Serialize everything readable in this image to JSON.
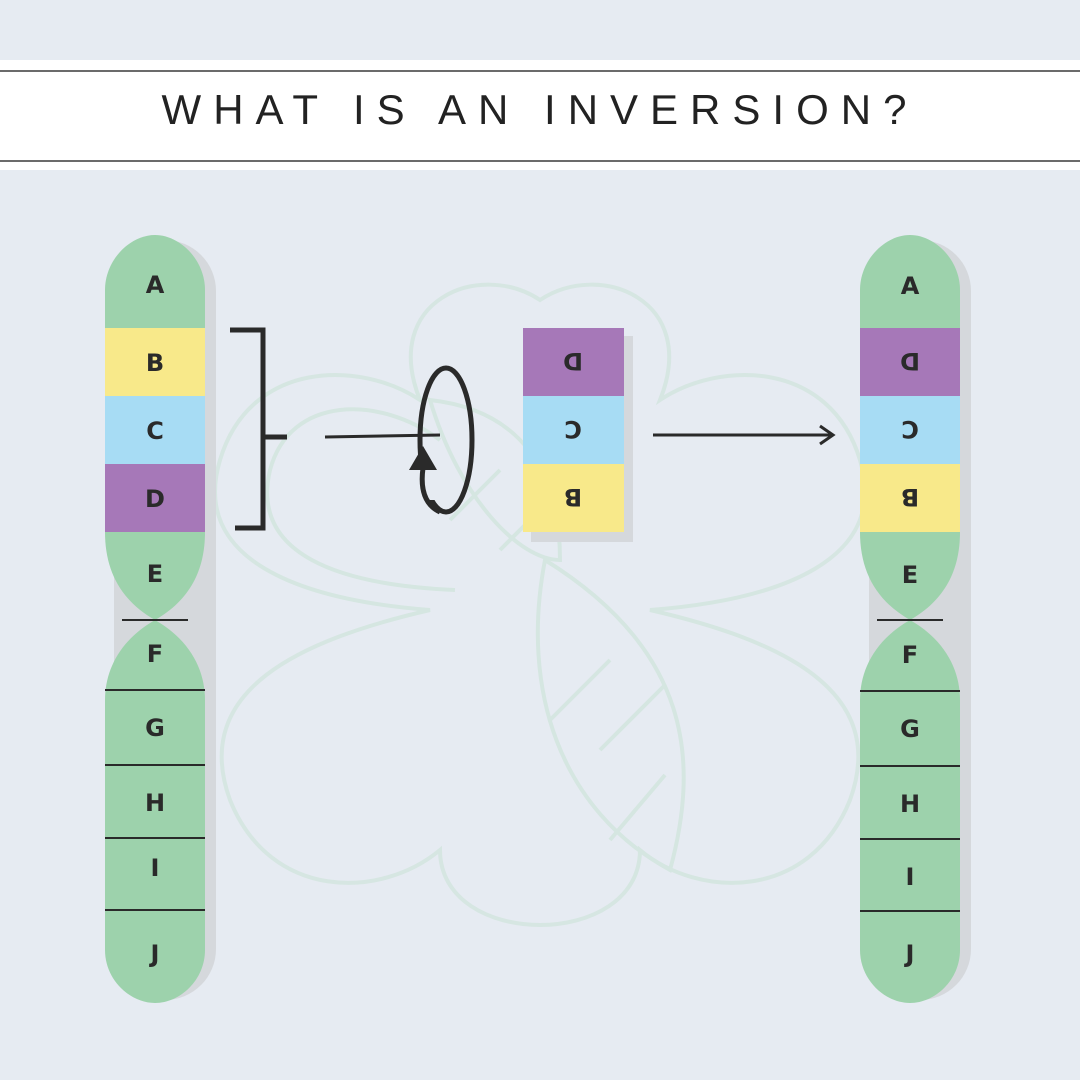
{
  "title": "WHAT IS AN INVERSION?",
  "colors": {
    "background": "#e6ebf2",
    "green": "#9dd2ac",
    "yellow": "#f8e98a",
    "blue": "#a7dcf4",
    "purple": "#a678b8",
    "shadow": "#d5d8dc",
    "ink": "#2a2a2a"
  },
  "original_chromosome": {
    "segments": [
      {
        "label": "A",
        "color": "green"
      },
      {
        "label": "B",
        "color": "yellow"
      },
      {
        "label": "C",
        "color": "blue"
      },
      {
        "label": "D",
        "color": "purple"
      },
      {
        "label": "E",
        "color": "green"
      },
      {
        "label": "F",
        "color": "green"
      },
      {
        "label": "G",
        "color": "green"
      },
      {
        "label": "H",
        "color": "green"
      },
      {
        "label": "I",
        "color": "green"
      },
      {
        "label": "J",
        "color": "green"
      }
    ]
  },
  "inverted_block": {
    "segments": [
      {
        "label": "D",
        "color": "purple",
        "flipped": true
      },
      {
        "label": "C",
        "color": "blue",
        "flipped": true
      },
      {
        "label": "B",
        "color": "yellow",
        "flipped": true
      }
    ]
  },
  "result_chromosome": {
    "segments": [
      {
        "label": "A",
        "color": "green",
        "flipped": false
      },
      {
        "label": "D",
        "color": "purple",
        "flipped": true
      },
      {
        "label": "C",
        "color": "blue",
        "flipped": true
      },
      {
        "label": "B",
        "color": "yellow",
        "flipped": true
      },
      {
        "label": "E",
        "color": "green",
        "flipped": false
      },
      {
        "label": "F",
        "color": "green",
        "flipped": false
      },
      {
        "label": "G",
        "color": "green",
        "flipped": false
      },
      {
        "label": "H",
        "color": "green",
        "flipped": false
      },
      {
        "label": "I",
        "color": "green",
        "flipped": false
      },
      {
        "label": "J",
        "color": "green",
        "flipped": false
      }
    ]
  },
  "icons": [
    "bracket-icon",
    "rotate-arrow-icon",
    "right-arrow-icon",
    "clover-watermark-icon"
  ]
}
